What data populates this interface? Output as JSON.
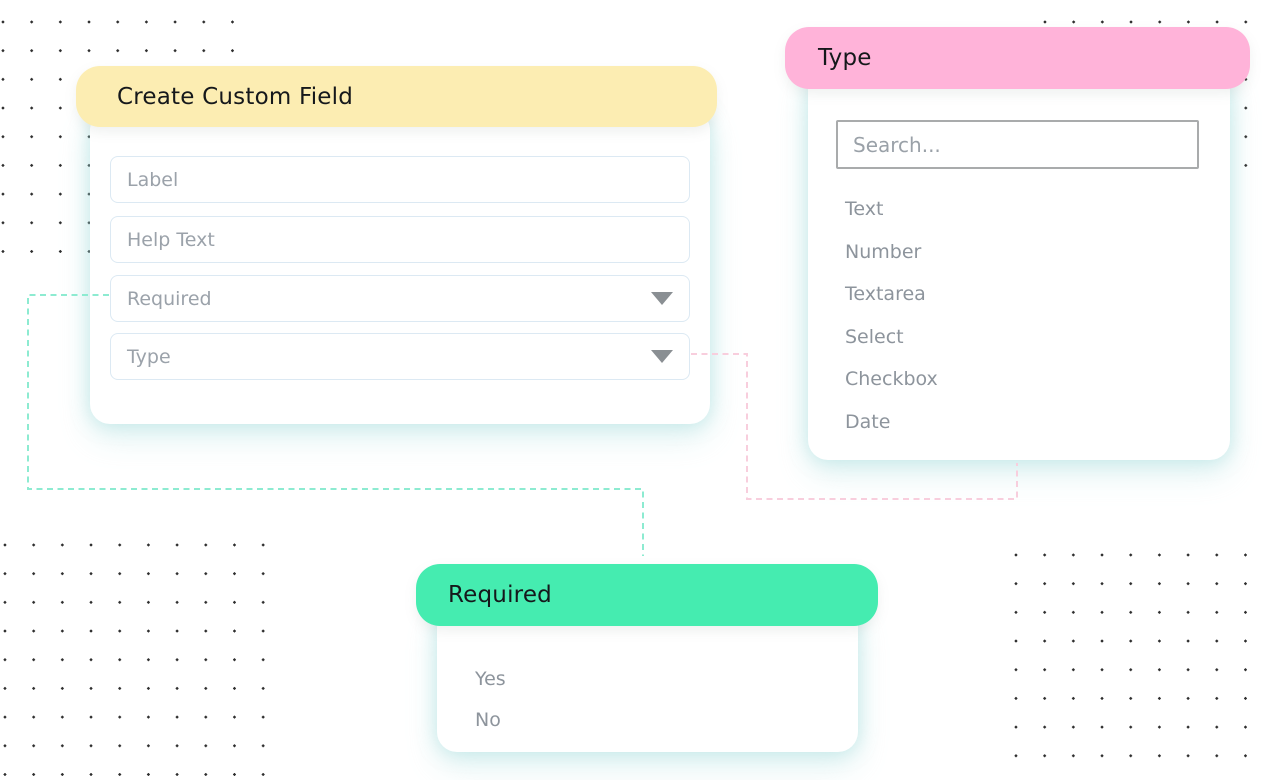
{
  "cards": {
    "create_field": {
      "title": "Create Custom Field",
      "fields": [
        {
          "kind": "input",
          "placeholder": "Label"
        },
        {
          "kind": "input",
          "placeholder": "Help Text"
        },
        {
          "kind": "select",
          "placeholder": "Required"
        },
        {
          "kind": "select",
          "placeholder": "Type"
        }
      ]
    },
    "type_dropdown": {
      "title": "Type",
      "search_placeholder": "Search...",
      "options": [
        "Text",
        "Number",
        "Textarea",
        "Select",
        "Checkbox",
        "Date"
      ]
    },
    "required_dropdown": {
      "title": "Required",
      "options": [
        "Yes",
        "No"
      ]
    }
  },
  "icons": [
    "chevron-down-icon"
  ],
  "colors": {
    "header_yellow": "#fcedb2",
    "header_pink": "#ffb3d9",
    "header_green": "#45ecb0",
    "connector_teal": "#8debd1",
    "connector_pink": "#f8cedd",
    "card_glow": "#9edbdb",
    "title_text": "#15181b",
    "placeholder_text": "#9ba2aa",
    "option_text": "#8d949c",
    "field_border": "#dce9f3",
    "search_border": "#a9abac",
    "dot_grid": "#2e2e2e"
  }
}
